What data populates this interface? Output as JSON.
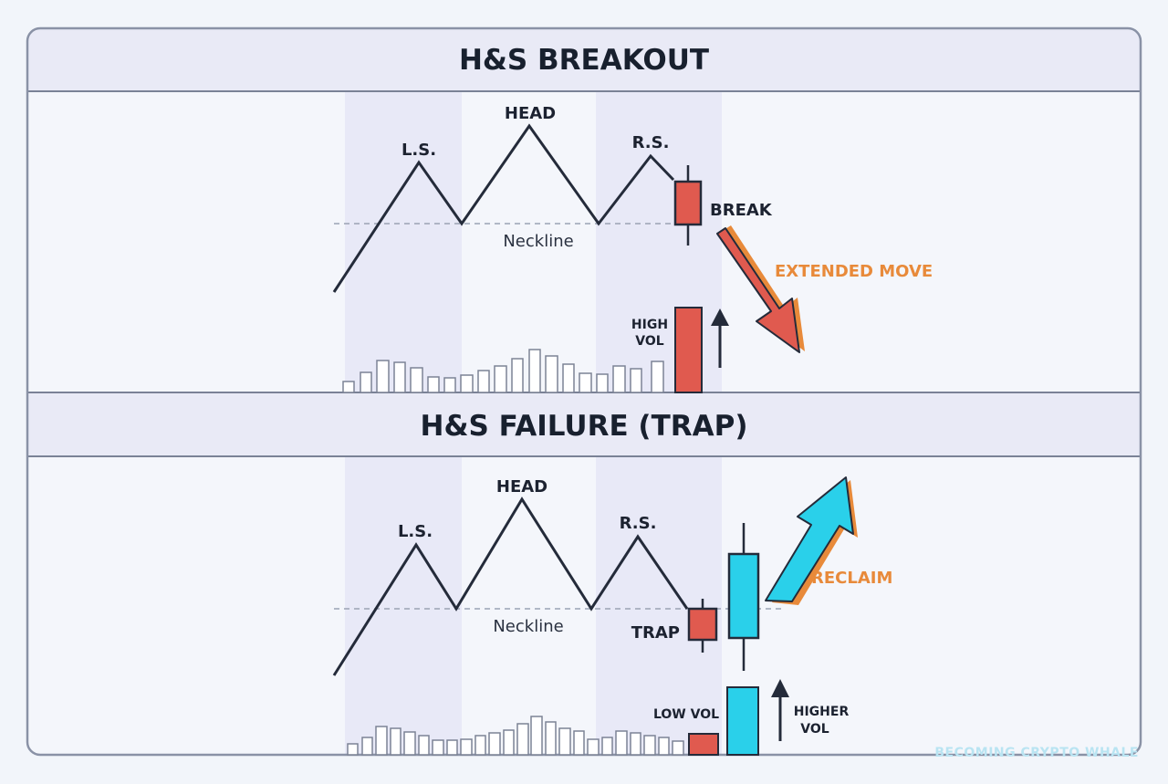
{
  "top_panel": {
    "title": "H&S BREAKOUT",
    "ls_label": "L.S.",
    "head_label": "HEAD",
    "rs_label": "R.S.",
    "neckline_label": "Neckline",
    "break_label": "BREAK",
    "extended_move_label": "EXTENDED MOVE",
    "vol_label_line1": "HIGH",
    "vol_label_line2": "VOL"
  },
  "bottom_panel": {
    "title": "H&S FAILURE (TRAP)",
    "ls_label": "L.S.",
    "head_label": "HEAD",
    "rs_label": "R.S.",
    "neckline_label": "Neckline",
    "trap_label": "TRAP",
    "reclaim_label": "RECLAIM",
    "low_vol_label": "LOW VOL",
    "higher_vol_line1": "HIGHER",
    "higher_vol_line2": "VOL"
  },
  "watermark": "BECOMING CRYPTO WHALE",
  "colors": {
    "bearish": "#e05a4f",
    "bullish": "#2ad0ea",
    "accent": "#e88a3a",
    "ink": "#242b3a",
    "header_bg": "#e9eaf6",
    "zone_bg": "#e8e9f7"
  }
}
